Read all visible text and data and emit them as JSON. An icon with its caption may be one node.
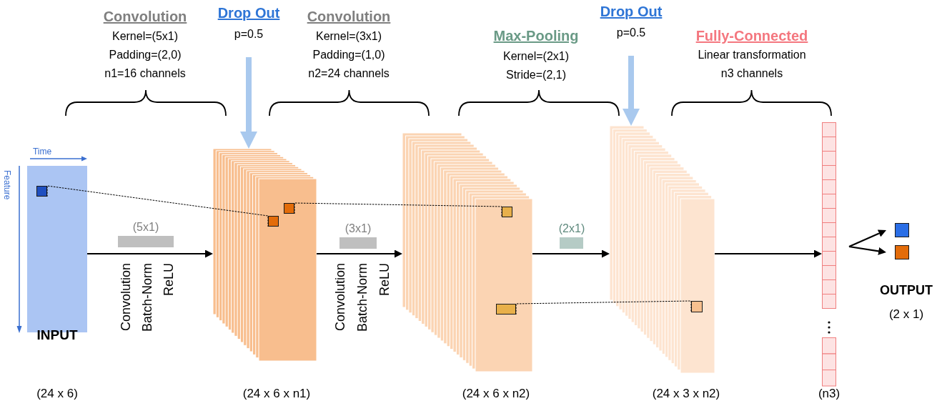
{
  "diagram": {
    "nodes": [
      {
        "text": [],
        "shape": "box",
        "beside": [
          "INPUT"
        ]
      },
      {
        "text": [],
        "shape": "box",
        "in": 0
      },
      {
        "text": [
          "Drop Out",
          "p=0.5"
        ]
      },
      {
        "text": [],
        "shape": "box",
        "beside": [
          "(24 x 6 x n1)"
        ]
      },
      {
        "text": [],
        "shape": "box",
        "in": 3
      },
      {
        "text": [],
        "shape": "box",
        "in": 3
      },
      {
        "text": [],
        "shape": "box",
        "beside": [
          "(24 x 6 x n2)"
        ]
      },
      {
        "text": [],
        "shape": "box",
        "in": 6
      },
      {
        "text": [],
        "shape": "box",
        "in": 6
      },
      {
        "text": [
          "Drop Out",
          "p=0.5"
        ]
      },
      {
        "text": [],
        "shape": "box",
        "beside": [
          "(24 x 3 x n2)"
        ]
      },
      {
        "text": [],
        "shape": "box",
        "in": 10
      },
      {
        "text": [],
        "shape": "box",
        "beside": [
          "(n3)"
        ]
      },
      {
        "text": [],
        "shape": "box"
      },
      {
        "text": [],
        "shape": "box"
      },
      {
        "text": [],
        "shape": "bar",
        "beside": [
          "(5x1)"
        ]
      },
      {
        "text": [],
        "shape": "bar",
        "beside": [
          "(3x1)"
        ]
      },
      {
        "text": [],
        "shape": "bar",
        "beside": [
          "(2x1)"
        ]
      }
    ],
    "edges": [
      {
        "from": 0,
        "to": 3,
        "arrow": "to"
      },
      {
        "from": 3,
        "to": 6,
        "arrow": "to"
      },
      {
        "from": 6,
        "to": 10,
        "arrow": "to"
      },
      {
        "from": 10,
        "to": 12,
        "arrow": "to"
      },
      {
        "from": 12,
        "to": 13,
        "arrow": "to"
      },
      {
        "from": 12,
        "to": 14,
        "arrow": "to"
      },
      {
        "from": 2,
        "to": 3,
        "arrow": "to",
        "style": "thick",
        "color": "#a9c9ee"
      },
      {
        "from": 9,
        "to": 10,
        "arrow": "to",
        "style": "thick",
        "color": "#a9c9ee"
      },
      {
        "from": 1,
        "to": 4,
        "arrow": "none",
        "style": "dashed"
      },
      {
        "from": 5,
        "to": 7,
        "arrow": "none",
        "style": "dashed"
      },
      {
        "from": 8,
        "to": 11,
        "arrow": "none",
        "style": "dashed"
      }
    ],
    "labels": [
      "Convolution",
      "Kernel=(5x1)",
      "Padding=(2,0)",
      "n1=16 channels",
      "Convolution",
      "Kernel=(3x1)",
      "Padding=(1,0)",
      "n2=24 channels",
      "Max-Pooling",
      "Kernel=(2x1)",
      "Stride=(2,1)",
      "Fully-Connected",
      "Linear transformation",
      "n3 channels",
      "Time",
      "Feature",
      "Convolution",
      "Batch-Norm",
      "ReLU",
      "Convolution",
      "Batch-Norm",
      "ReLU",
      "OUTPUT",
      "(2 x 1)",
      "(24 x 6)"
    ]
  }
}
